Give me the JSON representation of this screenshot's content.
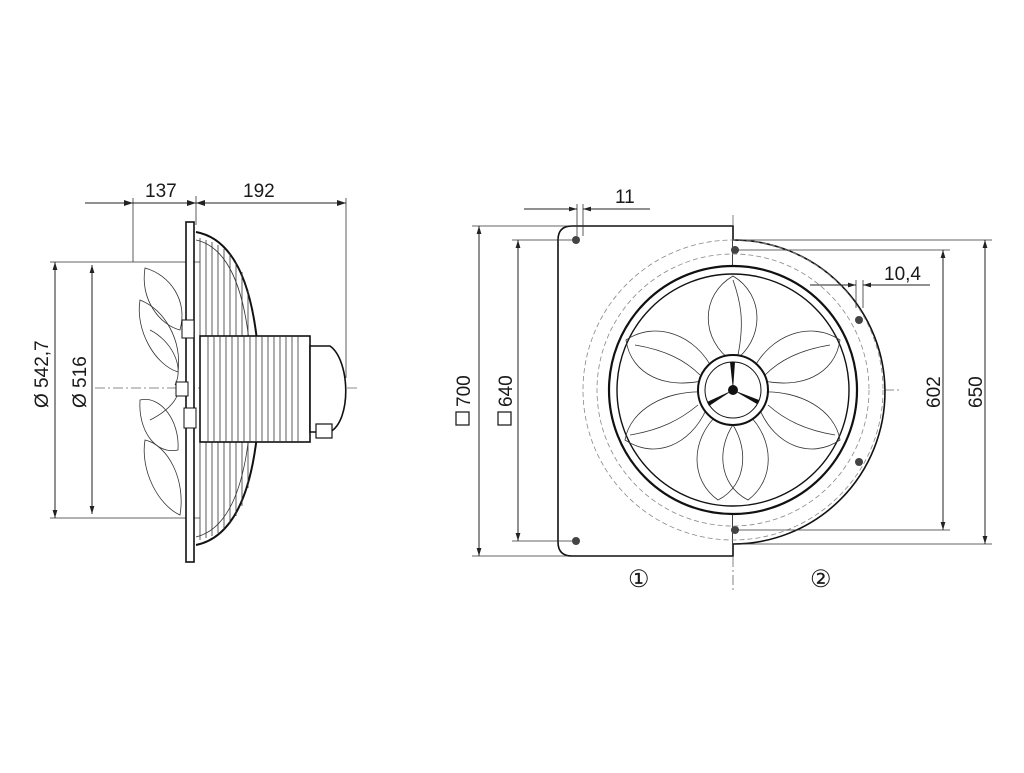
{
  "colors": {
    "line": "#111111",
    "dim": "#222222",
    "bg": "#ffffff"
  },
  "side_view": {
    "dim_depth_front": "137",
    "dim_depth_rear": "192",
    "dim_dia_outer": "Ø 542,7",
    "dim_dia_inner": "Ø 516"
  },
  "front_view": {
    "dim_hole_offset": "11",
    "dim_hole_dia": "10,4",
    "dim_square_outer": "700",
    "dim_square_holes": "640",
    "dim_ring_holes": "602",
    "dim_ring_outer": "650",
    "variant_1": "①",
    "variant_2": "②"
  }
}
